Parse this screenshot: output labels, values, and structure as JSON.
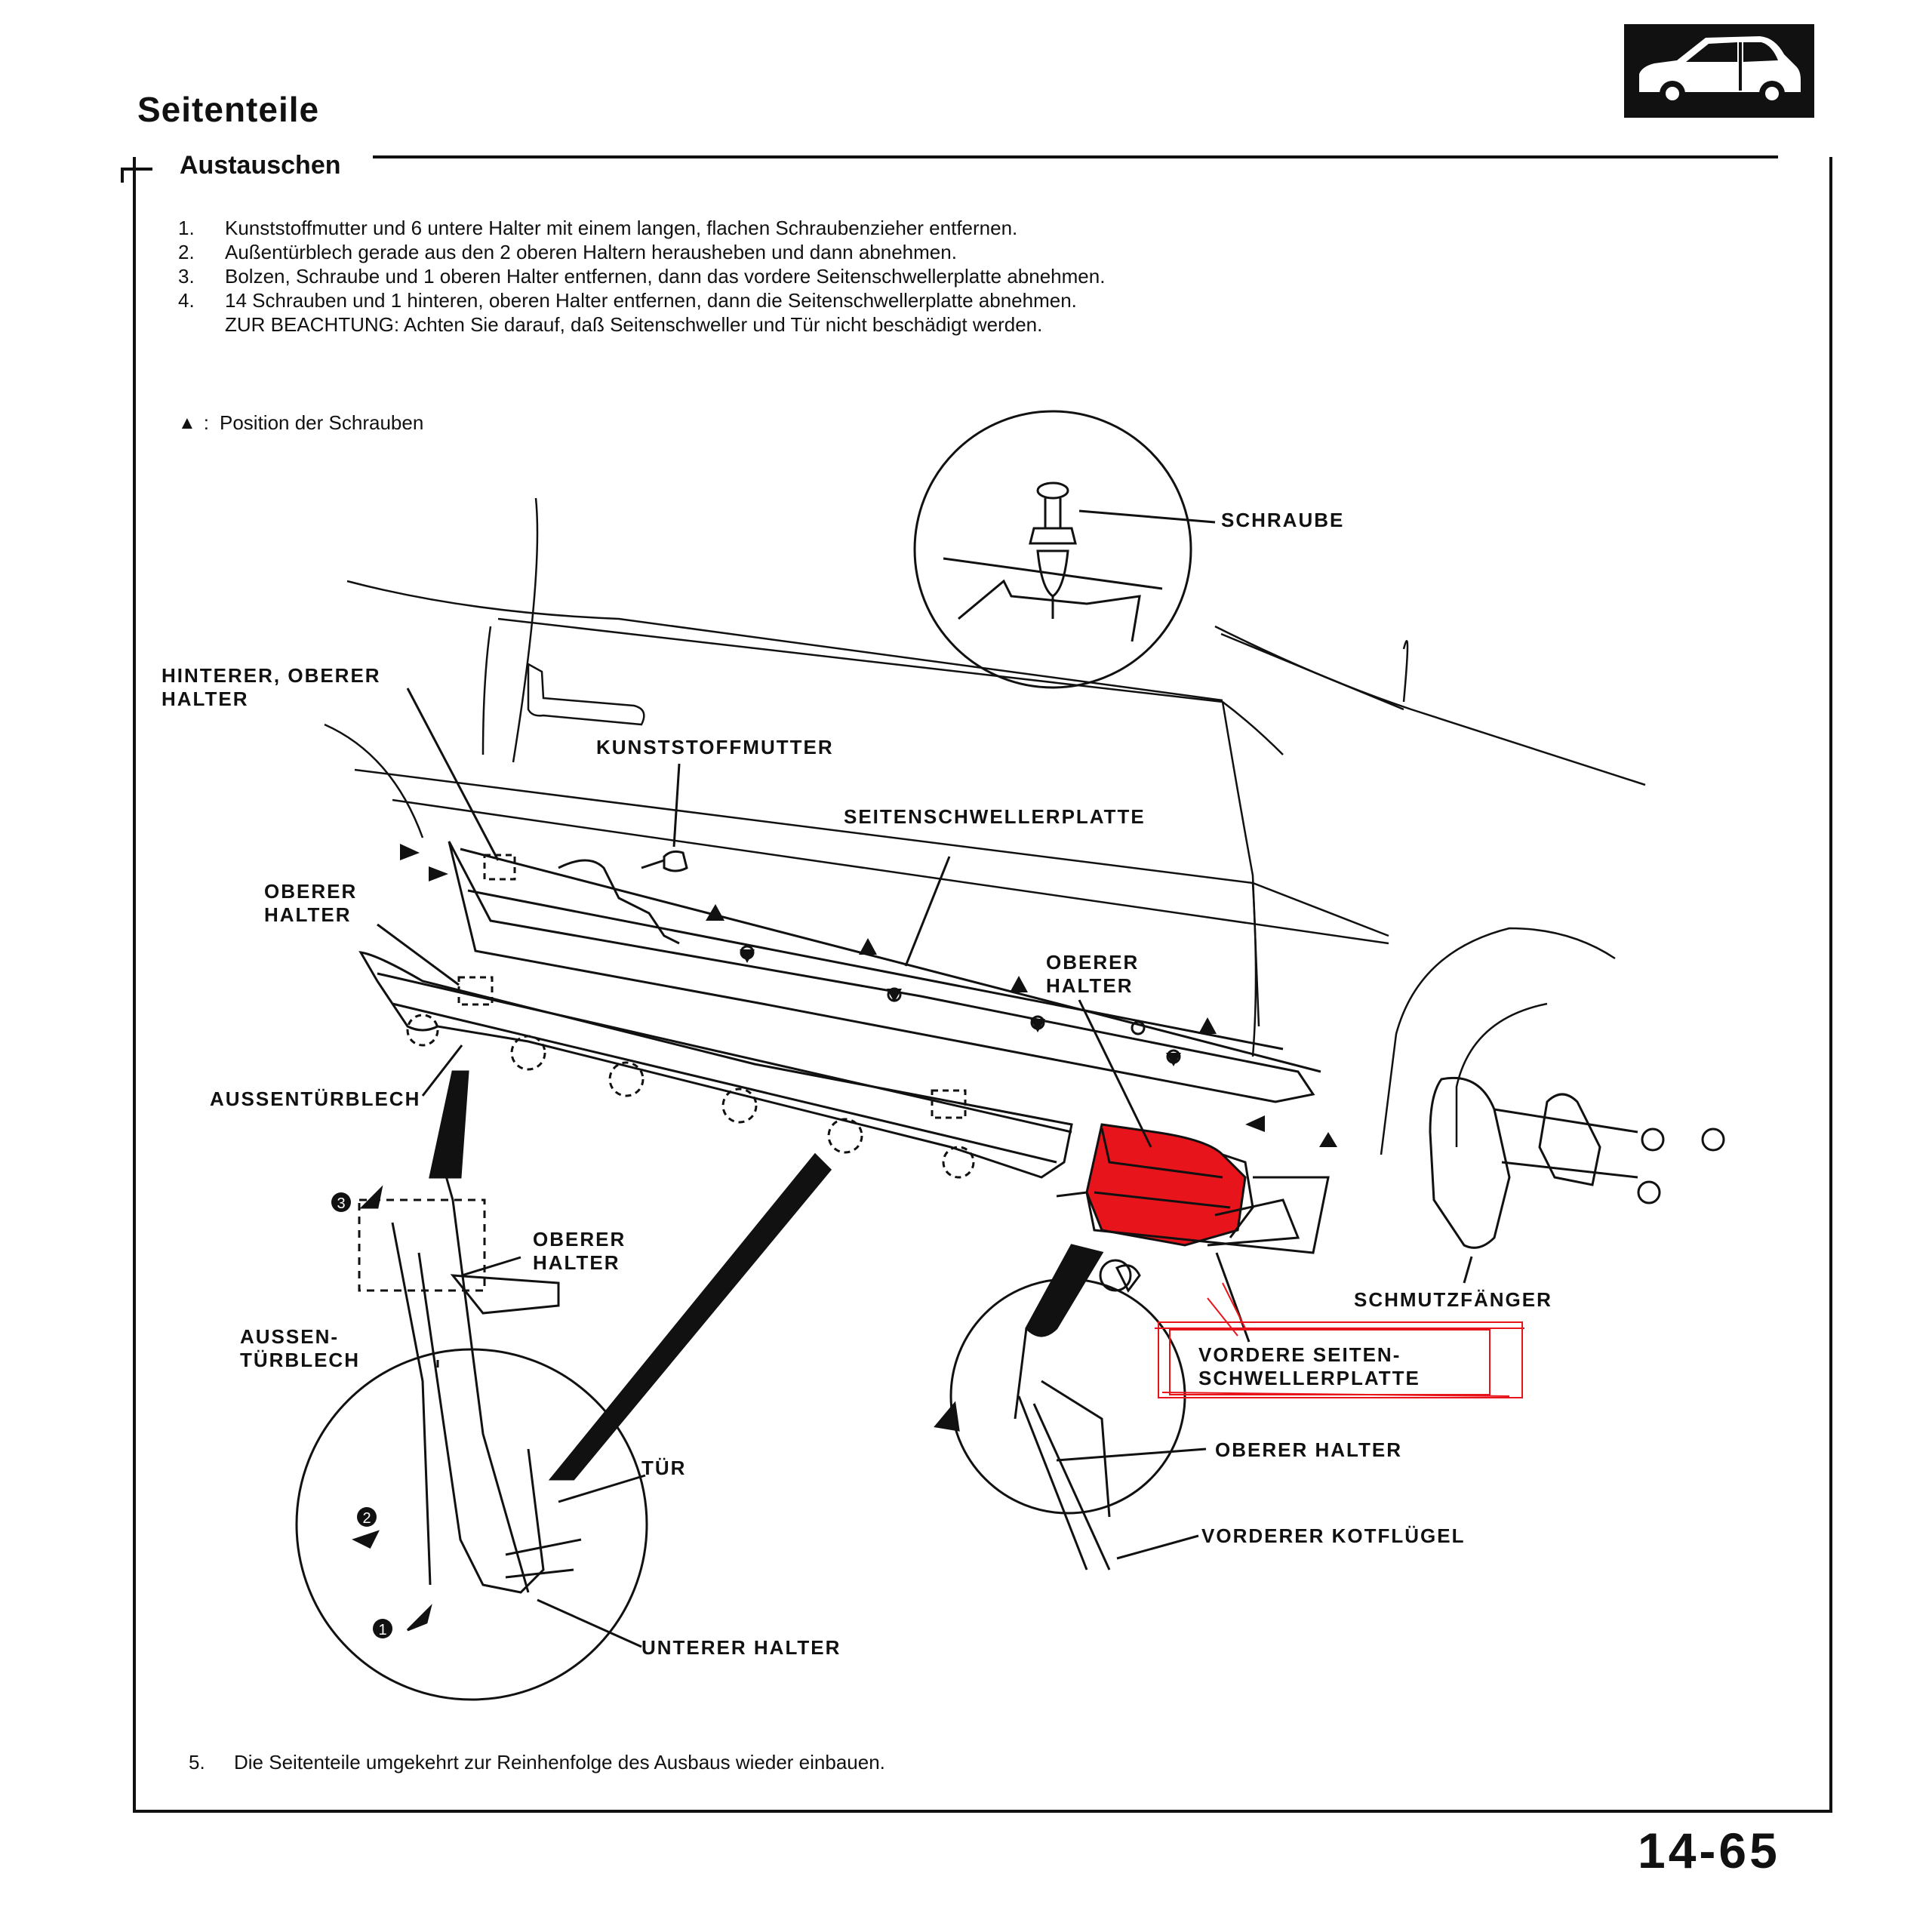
{
  "page": {
    "title": "Seitenteile",
    "section_title": "Austauschen",
    "page_number": "14-65"
  },
  "steps": [
    {
      "num": "1.",
      "text": "Kunststoffmutter und 6 untere Halter mit einem langen, flachen Schraubenzieher entfernen."
    },
    {
      "num": "2.",
      "text": "Außentürblech gerade aus den 2 oberen Haltern herausheben und dann abnehmen."
    },
    {
      "num": "3.",
      "text": "Bolzen, Schraube und 1 oberen Halter entfernen, dann das vordere Seitenschwellerplatte abnehmen."
    },
    {
      "num": "4.",
      "text": "14 Schrauben und 1 hinteren, oberen Halter entfernen, dann die Seitenschwellerplatte abnehmen."
    }
  ],
  "note": "ZUR BEACHTUNG: Achten Sie darauf, daß Seitenschweller und Tür nicht beschädigt werden.",
  "legend": {
    "symbol": "▲",
    "separator": ":",
    "text": "Position der Schrauben"
  },
  "final_step": {
    "num": "5.",
    "text": "Die Seitenteile umgekehrt zur Reinhenfolge des Ausbaus wieder einbauen."
  },
  "callouts": {
    "schraube": "SCHRAUBE",
    "hinterer_oberer_halter": "HINTERER, OBERER\nHALTER",
    "kunststoffmutter": "KUNSTSTOFFMUTTER",
    "seitenschwellerplatte": "SEITENSCHWELLERPLATTE",
    "oberer_halter_left": "OBERER\nHALTER",
    "oberer_halter_mid": "OBERER\nHALTER",
    "aussentuerblech": "AUSSENTÜRBLECH",
    "oberer_halter_detail": "OBERER\nHALTER",
    "aussen_tuerblech_detail": "AUSSEN-\nTÜRBLECH",
    "tuer": "TÜR",
    "unterer_halter": "UNTERER HALTER",
    "schmutzfaenger": "SCHMUTZFÄNGER",
    "vordere_seitenschwellerplatte": "VORDERE SEITEN-\nSCHWELLERPLATTE",
    "oberer_halter_right": "OBERER HALTER",
    "vorderer_kotfluegel": "VORDERER KOTFLÜGEL"
  },
  "step_markers": {
    "one": "1",
    "two": "2",
    "three": "3"
  },
  "colors": {
    "ink": "#111111",
    "highlight": "#e8141c"
  }
}
